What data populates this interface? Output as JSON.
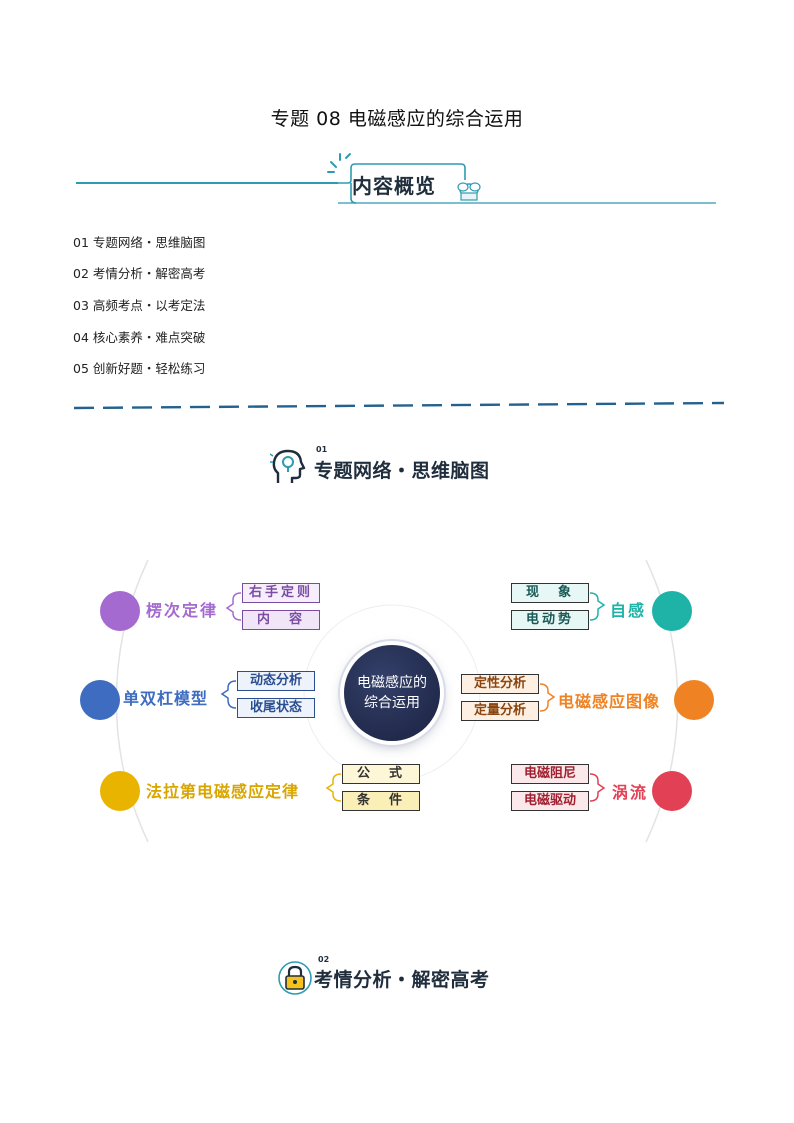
{
  "header": {
    "title": "专题 08  电磁感应的综合运用"
  },
  "overview": {
    "label": "内容概览",
    "items": [
      "01 专题网络・思维脑图",
      "02 考情分析・解密高考",
      "03 高频考点・以考定法",
      "04 核心素养・难点突破",
      "05 创新好题・轻松练习"
    ]
  },
  "sections": [
    {
      "num": "01",
      "title": "专题网络・思维脑图",
      "icon": "lightbulb-head-icon"
    },
    {
      "num": "02",
      "title": "考情分析・解密高考",
      "icon": "lock-icon"
    }
  ],
  "mindmap": {
    "center": "电磁感应的综合运用",
    "branches": [
      {
        "id": "lenz",
        "label": "楞次定律",
        "color": "#a56ad0",
        "items": [
          "右手定则",
          "内　容"
        ]
      },
      {
        "id": "rods",
        "label": "单双杠模型",
        "color": "#3d6cc0",
        "items": [
          "动态分析",
          "收尾状态"
        ]
      },
      {
        "id": "faraday",
        "label": "法拉第电磁感应定律",
        "color": "#e8b400",
        "items": [
          "公　式",
          "条　件"
        ]
      },
      {
        "id": "self",
        "label": "自感",
        "color": "#1fb3a8",
        "items": [
          "现　象",
          "电动势"
        ]
      },
      {
        "id": "graph",
        "label": "电磁感应图像",
        "color": "#ef8324",
        "items": [
          "定性分析",
          "定量分析"
        ]
      },
      {
        "id": "eddy",
        "label": "涡流",
        "color": "#e14055",
        "items": [
          "电磁阻尼",
          "电磁驱动"
        ]
      }
    ]
  }
}
